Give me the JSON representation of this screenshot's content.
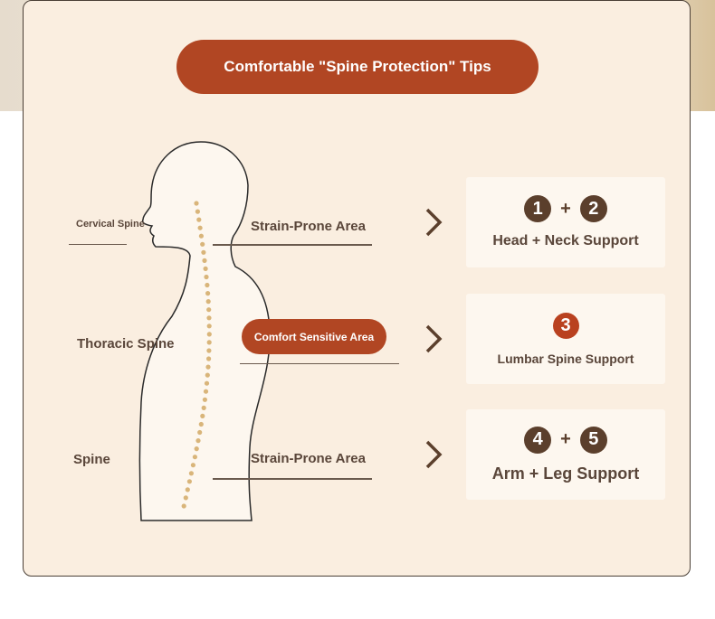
{
  "title": "Comfortable \"Spine Protection\" Tips",
  "left_labels": {
    "cervical": "Cervical Spine",
    "thoracic": "Thoracic Spine",
    "lumbar": "Spine"
  },
  "middle_labels": {
    "top": "Strain-Prone Area",
    "mid": "Comfort Sensitive Area",
    "bottom": "Strain-Prone Area"
  },
  "boxes": [
    {
      "nums": [
        "1",
        "2"
      ],
      "label": "Head + Neck Support"
    },
    {
      "nums": [
        "3"
      ],
      "label": "Lumbar Spine Support"
    },
    {
      "nums": [
        "4",
        "5"
      ],
      "label": "Arm + Leg Support"
    }
  ],
  "icons": {
    "arrow": "chevron-right-icon",
    "plus": "+"
  },
  "colors": {
    "accent": "#b14623",
    "number_bg": "#5b3f2c",
    "card_bg": "#faeee0",
    "spine_dots": "#d9b57a"
  }
}
